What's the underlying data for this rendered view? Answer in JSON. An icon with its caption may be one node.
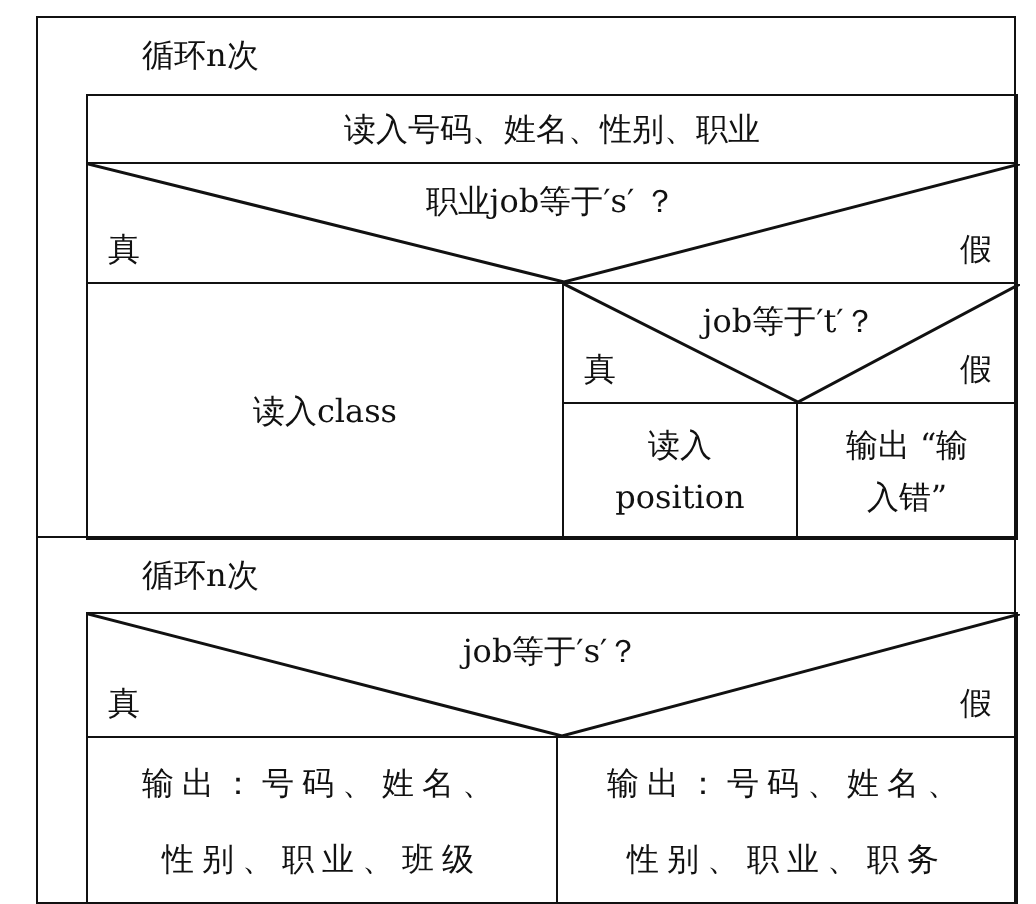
{
  "diagram": {
    "nodes": [
      {
        "text": [
          "循环n次"
        ]
      },
      {
        "text": [
          "读入号码、姓名、性别、职业"
        ],
        "in": 0
      },
      {
        "text": [
          "职业job等于′s′ ？",
          "真",
          "假"
        ],
        "in": 0
      },
      {
        "text": [
          "读入class"
        ],
        "in": 0
      },
      {
        "text": [
          "job等于′t′？",
          "真",
          "假"
        ],
        "in": 0
      },
      {
        "text": [
          "读入 position"
        ],
        "in": 0
      },
      {
        "text": [
          "输出 “输入错”"
        ],
        "in": 0
      },
      {
        "text": [
          "循环n次"
        ]
      },
      {
        "text": [
          "job等于′s′？",
          "真",
          "假"
        ],
        "in": 7
      },
      {
        "text": [
          "输出：号码、姓名、性别、职业、班级"
        ],
        "in": 7
      },
      {
        "text": [
          "输出：号码、姓名、性别、职业、职务"
        ],
        "in": 7
      }
    ]
  }
}
